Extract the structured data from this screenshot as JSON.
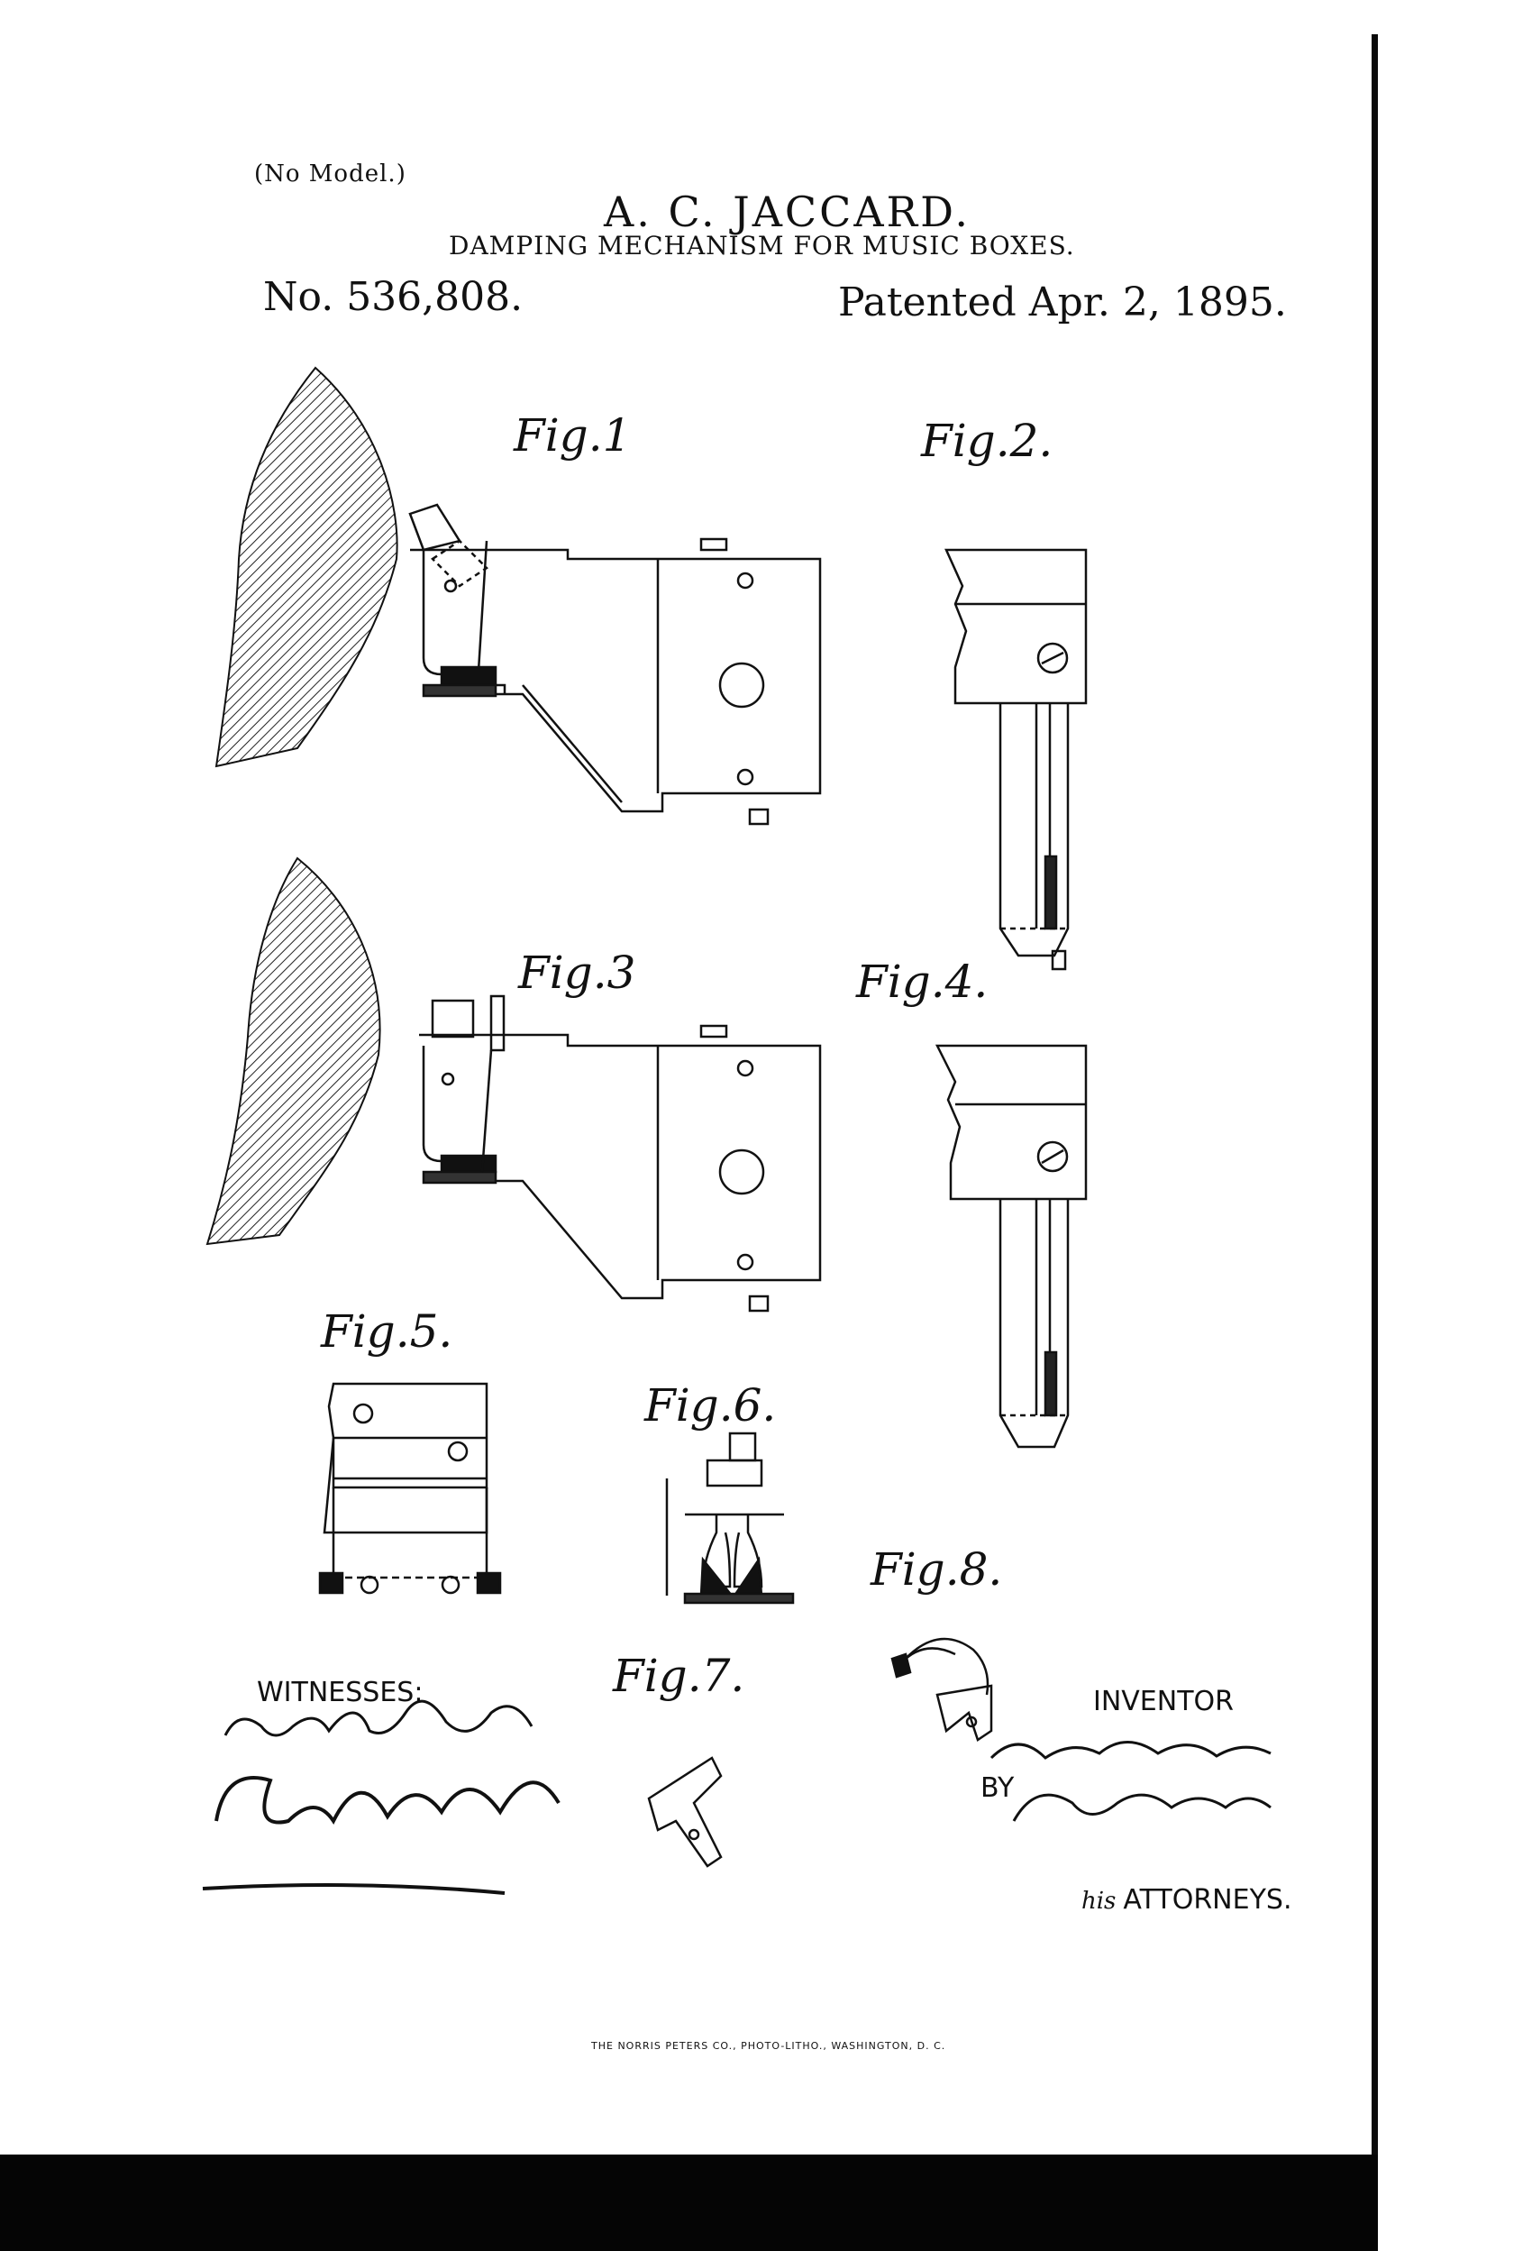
{
  "header": {
    "no_model": "(No Model.)",
    "inventor_name": "A. C. JACCARD.",
    "title": "DAMPING MECHANISM FOR MUSIC BOXES.",
    "patent_number": "No. 536,808.",
    "patented_date": "Patented Apr. 2, 1895."
  },
  "figures": [
    "Fig.1",
    "Fig.2.",
    "Fig.3",
    "Fig.4.",
    "Fig.5.",
    "Fig.6.",
    "Fig.7.",
    "Fig.8."
  ],
  "signatures": {
    "witnesses_label": "WITNESSES:",
    "inventor_label": "INVENTOR",
    "by_label": "BY",
    "his_label": "his",
    "attorneys_label": "ATTORNEYS."
  },
  "footer": {
    "printer": "THE NORRIS PETERS CO., PHOTO-LITHO., WASHINGTON, D. C."
  }
}
